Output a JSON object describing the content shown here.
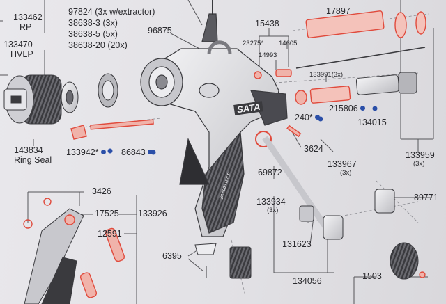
{
  "parts": {
    "p133462": "133462",
    "rp": "RP",
    "p133470": "133470",
    "hvlp": "HVLP",
    "p97824": "97824",
    "p97824_note": "(3x w/extractor)",
    "p38638_3": "38638-3",
    "p38638_3_note": "(3x)",
    "p38638_5": "38638-5",
    "p38638_5_note": "(5x)",
    "p38638_20": "38638-20",
    "p38638_20_note": "(20x)",
    "p96875": "96875",
    "p15438": "15438",
    "p23275": "23275*",
    "p14605": "14605",
    "p14993": "14993",
    "p17897": "17897",
    "p133991": "133991",
    "p133991_note": "(3x)",
    "p240": "240*",
    "p215806": "215806",
    "p134015": "134015",
    "p143834": "143834",
    "ring_seal": "Ring Seal",
    "p133942": "133942*",
    "p86843": "86843",
    "p3624": "3624",
    "p133967": "133967",
    "p133967_note": "(3x)",
    "p133959": "133959",
    "p133959_note": "(3x)",
    "p69872": "69872",
    "p133934": "133934",
    "p133934_note": "(3x)",
    "p89771": "89771",
    "p3426": "3426",
    "p17525": "17525",
    "p133926": "133926",
    "p12591": "12591",
    "p131623": "131623",
    "p6395": "6395",
    "p134056": "134056",
    "p1503": "1503"
  },
  "brand": {
    "logo": "SATA",
    "model": "jet 5000 HVLP"
  },
  "colors": {
    "red": "#e04a3c",
    "blue_dot": "#2b4fa8",
    "ink": "#2a2a2e",
    "line": "#555559"
  }
}
